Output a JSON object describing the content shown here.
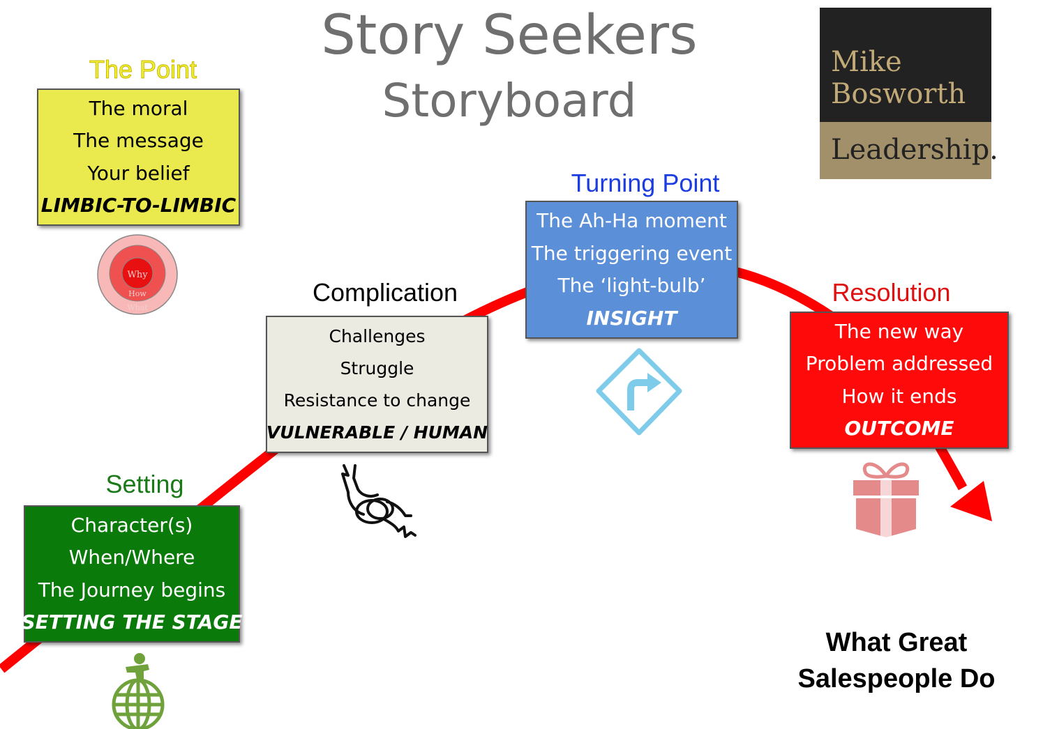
{
  "title": "Story Seekers",
  "subtitle": "Storyboard",
  "logo": {
    "line1": "Mike",
    "line2": "Bosworth",
    "line3": "Leadership."
  },
  "point": {
    "label": "The Point",
    "lines": [
      "The moral",
      "The message",
      "Your belief"
    ],
    "emphasis": "LIMBIC-TO-LIMBIC",
    "icon": "golden-circle-icon",
    "icon_text": [
      "Why",
      "How",
      "What"
    ]
  },
  "setting": {
    "label": "Setting",
    "lines": [
      "Character(s)",
      "When/Where",
      "The Journey begins"
    ],
    "emphasis": "SETTING THE STAGE",
    "icon": "person-on-globe-icon"
  },
  "complication": {
    "label": "Complication",
    "lines": [
      "Challenges",
      "Struggle",
      "Resistance to change"
    ],
    "emphasis": "VULNERABLE / HUMAN",
    "icon": "knot-icon"
  },
  "turning_point": {
    "label": "Turning Point",
    "lines": [
      "The Ah-Ha moment",
      "The triggering event",
      "The ‘light-bulb’"
    ],
    "emphasis": "INSIGHT",
    "icon": "turn-sign-icon"
  },
  "resolution": {
    "label": "Resolution",
    "lines": [
      "The new way",
      "Problem addressed",
      "How it ends"
    ],
    "emphasis": "OUTCOME",
    "icon": "gift-icon"
  },
  "footer": {
    "line1": "What Great",
    "line2": "Salespeople Do"
  },
  "colors": {
    "arc": "#ff0000",
    "title": "#6f6f6f",
    "point_label": "#f2f23a",
    "point_box": "#eaea4e",
    "setting_label": "#1a7a1a",
    "setting_box": "#0a7a0a",
    "complication_label": "#000000",
    "complication_box": "#ecebe2",
    "turning_label": "#1a3ce0",
    "turning_box": "#5b8fd8",
    "resolution_label": "#e01010",
    "resolution_box": "#ff0a0a",
    "logo_dark": "#222222",
    "logo_gold": "#a2906a",
    "logo_text": "#c2aa78"
  }
}
